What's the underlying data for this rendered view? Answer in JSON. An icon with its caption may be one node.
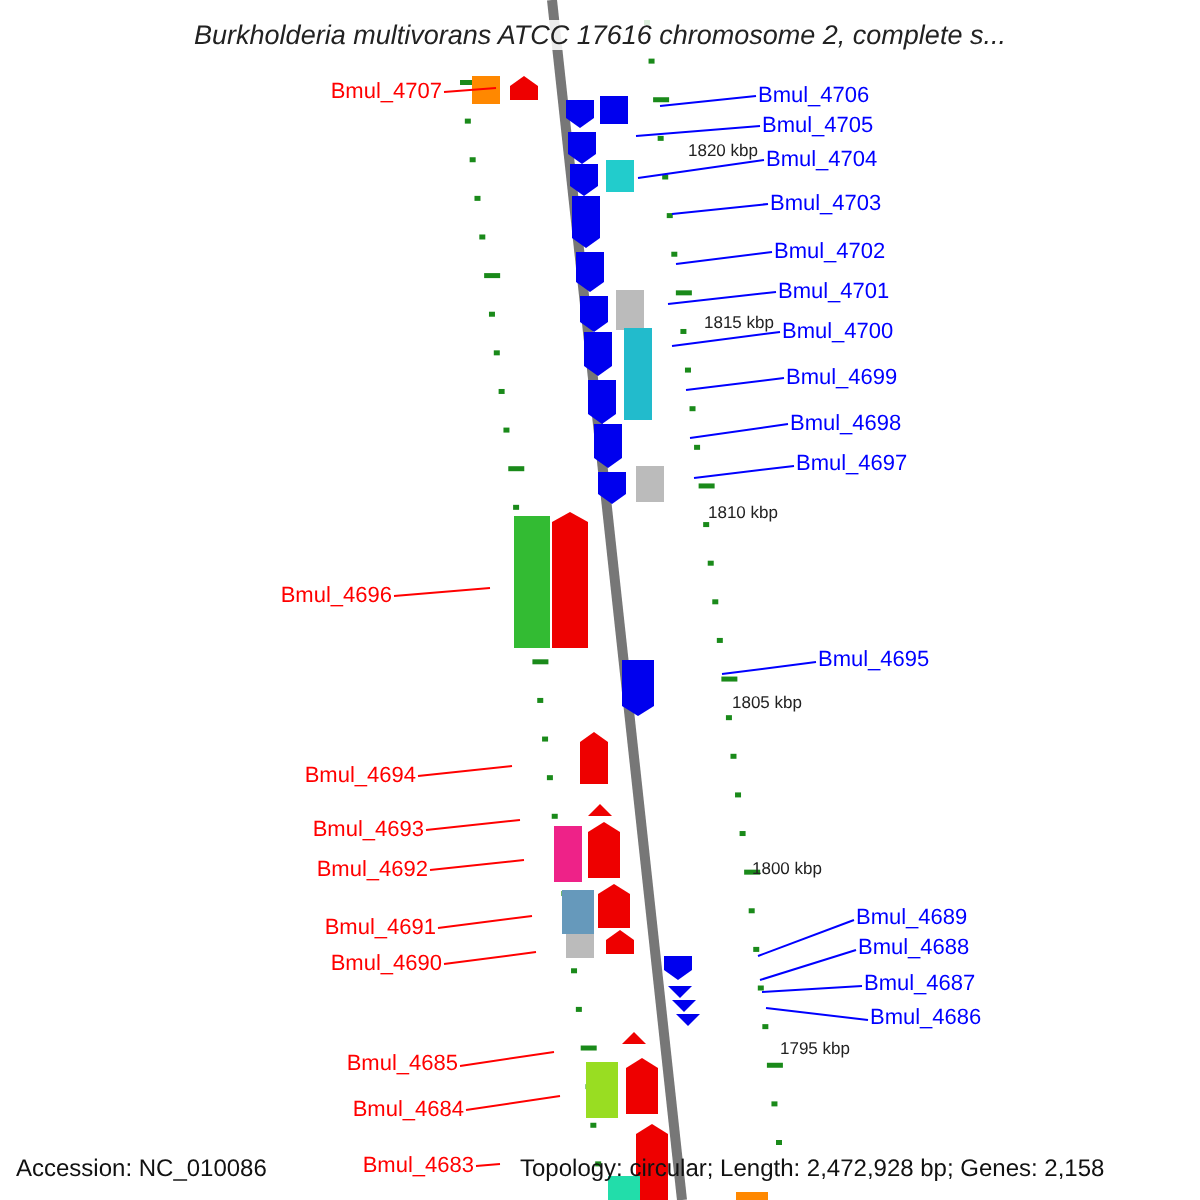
{
  "diagram": {
    "title": "Burkholderia multivorans ATCC 17616 chromosome 2, complete s...",
    "nodes": [
      {
        "text": [
          "Bmul_4707"
        ]
      },
      {
        "text": [
          "Bmul_4706"
        ]
      },
      {
        "text": [
          "Bmul_4705"
        ]
      },
      {
        "text": [
          "Bmul_4704"
        ]
      },
      {
        "text": [
          "Bmul_4703"
        ]
      },
      {
        "text": [
          "Bmul_4702"
        ]
      },
      {
        "text": [
          "Bmul_4701"
        ]
      },
      {
        "text": [
          "Bmul_4700"
        ]
      },
      {
        "text": [
          "Bmul_4699"
        ]
      },
      {
        "text": [
          "Bmul_4698"
        ]
      },
      {
        "text": [
          "Bmul_4697"
        ]
      },
      {
        "text": [
          "Bmul_4696"
        ]
      },
      {
        "text": [
          "Bmul_4695"
        ]
      },
      {
        "text": [
          "Bmul_4694"
        ]
      },
      {
        "text": [
          "Bmul_4693"
        ]
      },
      {
        "text": [
          "Bmul_4692"
        ]
      },
      {
        "text": [
          "Bmul_4691"
        ]
      },
      {
        "text": [
          "Bmul_4690"
        ]
      },
      {
        "text": [
          "Bmul_4689"
        ]
      },
      {
        "text": [
          "Bmul_4688"
        ]
      },
      {
        "text": [
          "Bmul_4687"
        ]
      },
      {
        "text": [
          "Bmul_4686"
        ]
      },
      {
        "text": [
          "Bmul_4685"
        ]
      },
      {
        "text": [
          "Bmul_4684"
        ]
      },
      {
        "text": [
          "Bmul_4683"
        ]
      }
    ],
    "edges": [
      {
        "from": 0,
        "to": null,
        "arrow": "none",
        "color": "#ff0000"
      },
      {
        "from": 1,
        "to": null,
        "arrow": "none"
      },
      {
        "from": 2,
        "to": null,
        "arrow": "none"
      },
      {
        "from": 3,
        "to": null,
        "arrow": "none"
      },
      {
        "from": 4,
        "to": null,
        "arrow": "none"
      },
      {
        "from": 5,
        "to": null,
        "arrow": "none"
      },
      {
        "from": 6,
        "to": null,
        "arrow": "none"
      },
      {
        "from": 7,
        "to": null,
        "arrow": "none"
      },
      {
        "from": 8,
        "to": null,
        "arrow": "none"
      },
      {
        "from": 9,
        "to": null,
        "arrow": "none"
      },
      {
        "from": 10,
        "to": null,
        "arrow": "none"
      },
      {
        "from": 11,
        "to": null,
        "arrow": "none",
        "color": "#ff0000"
      },
      {
        "from": 12,
        "to": null,
        "arrow": "none"
      },
      {
        "from": 13,
        "to": null,
        "arrow": "none",
        "color": "#ff0000"
      },
      {
        "from": 14,
        "to": null,
        "arrow": "none",
        "color": "#ff0000"
      },
      {
        "from": 15,
        "to": null,
        "arrow": "none",
        "color": "#ff0000"
      },
      {
        "from": 16,
        "to": null,
        "arrow": "none",
        "color": "#ff0000"
      },
      {
        "from": 17,
        "to": null,
        "arrow": "none",
        "color": "#ff0000"
      },
      {
        "from": 18,
        "to": null,
        "arrow": "none"
      },
      {
        "from": 19,
        "to": null,
        "arrow": "none"
      },
      {
        "from": 20,
        "to": null,
        "arrow": "none"
      },
      {
        "from": 21,
        "to": null,
        "arrow": "none"
      },
      {
        "from": 22,
        "to": null,
        "arrow": "none",
        "color": "#ff0000"
      },
      {
        "from": 23,
        "to": null,
        "arrow": "none",
        "color": "#ff0000"
      },
      {
        "from": 24,
        "to": null,
        "arrow": "none",
        "color": "#ff0000"
      }
    ],
    "labels": [
      "1820 kbp",
      "1815 kbp",
      "1810 kbp",
      "1805 kbp",
      "1800 kbp",
      "1795 kbp",
      "Accession: NC_010086",
      "Topology: circular; Length: 2,472,928 bp; Genes: 2,158"
    ]
  }
}
